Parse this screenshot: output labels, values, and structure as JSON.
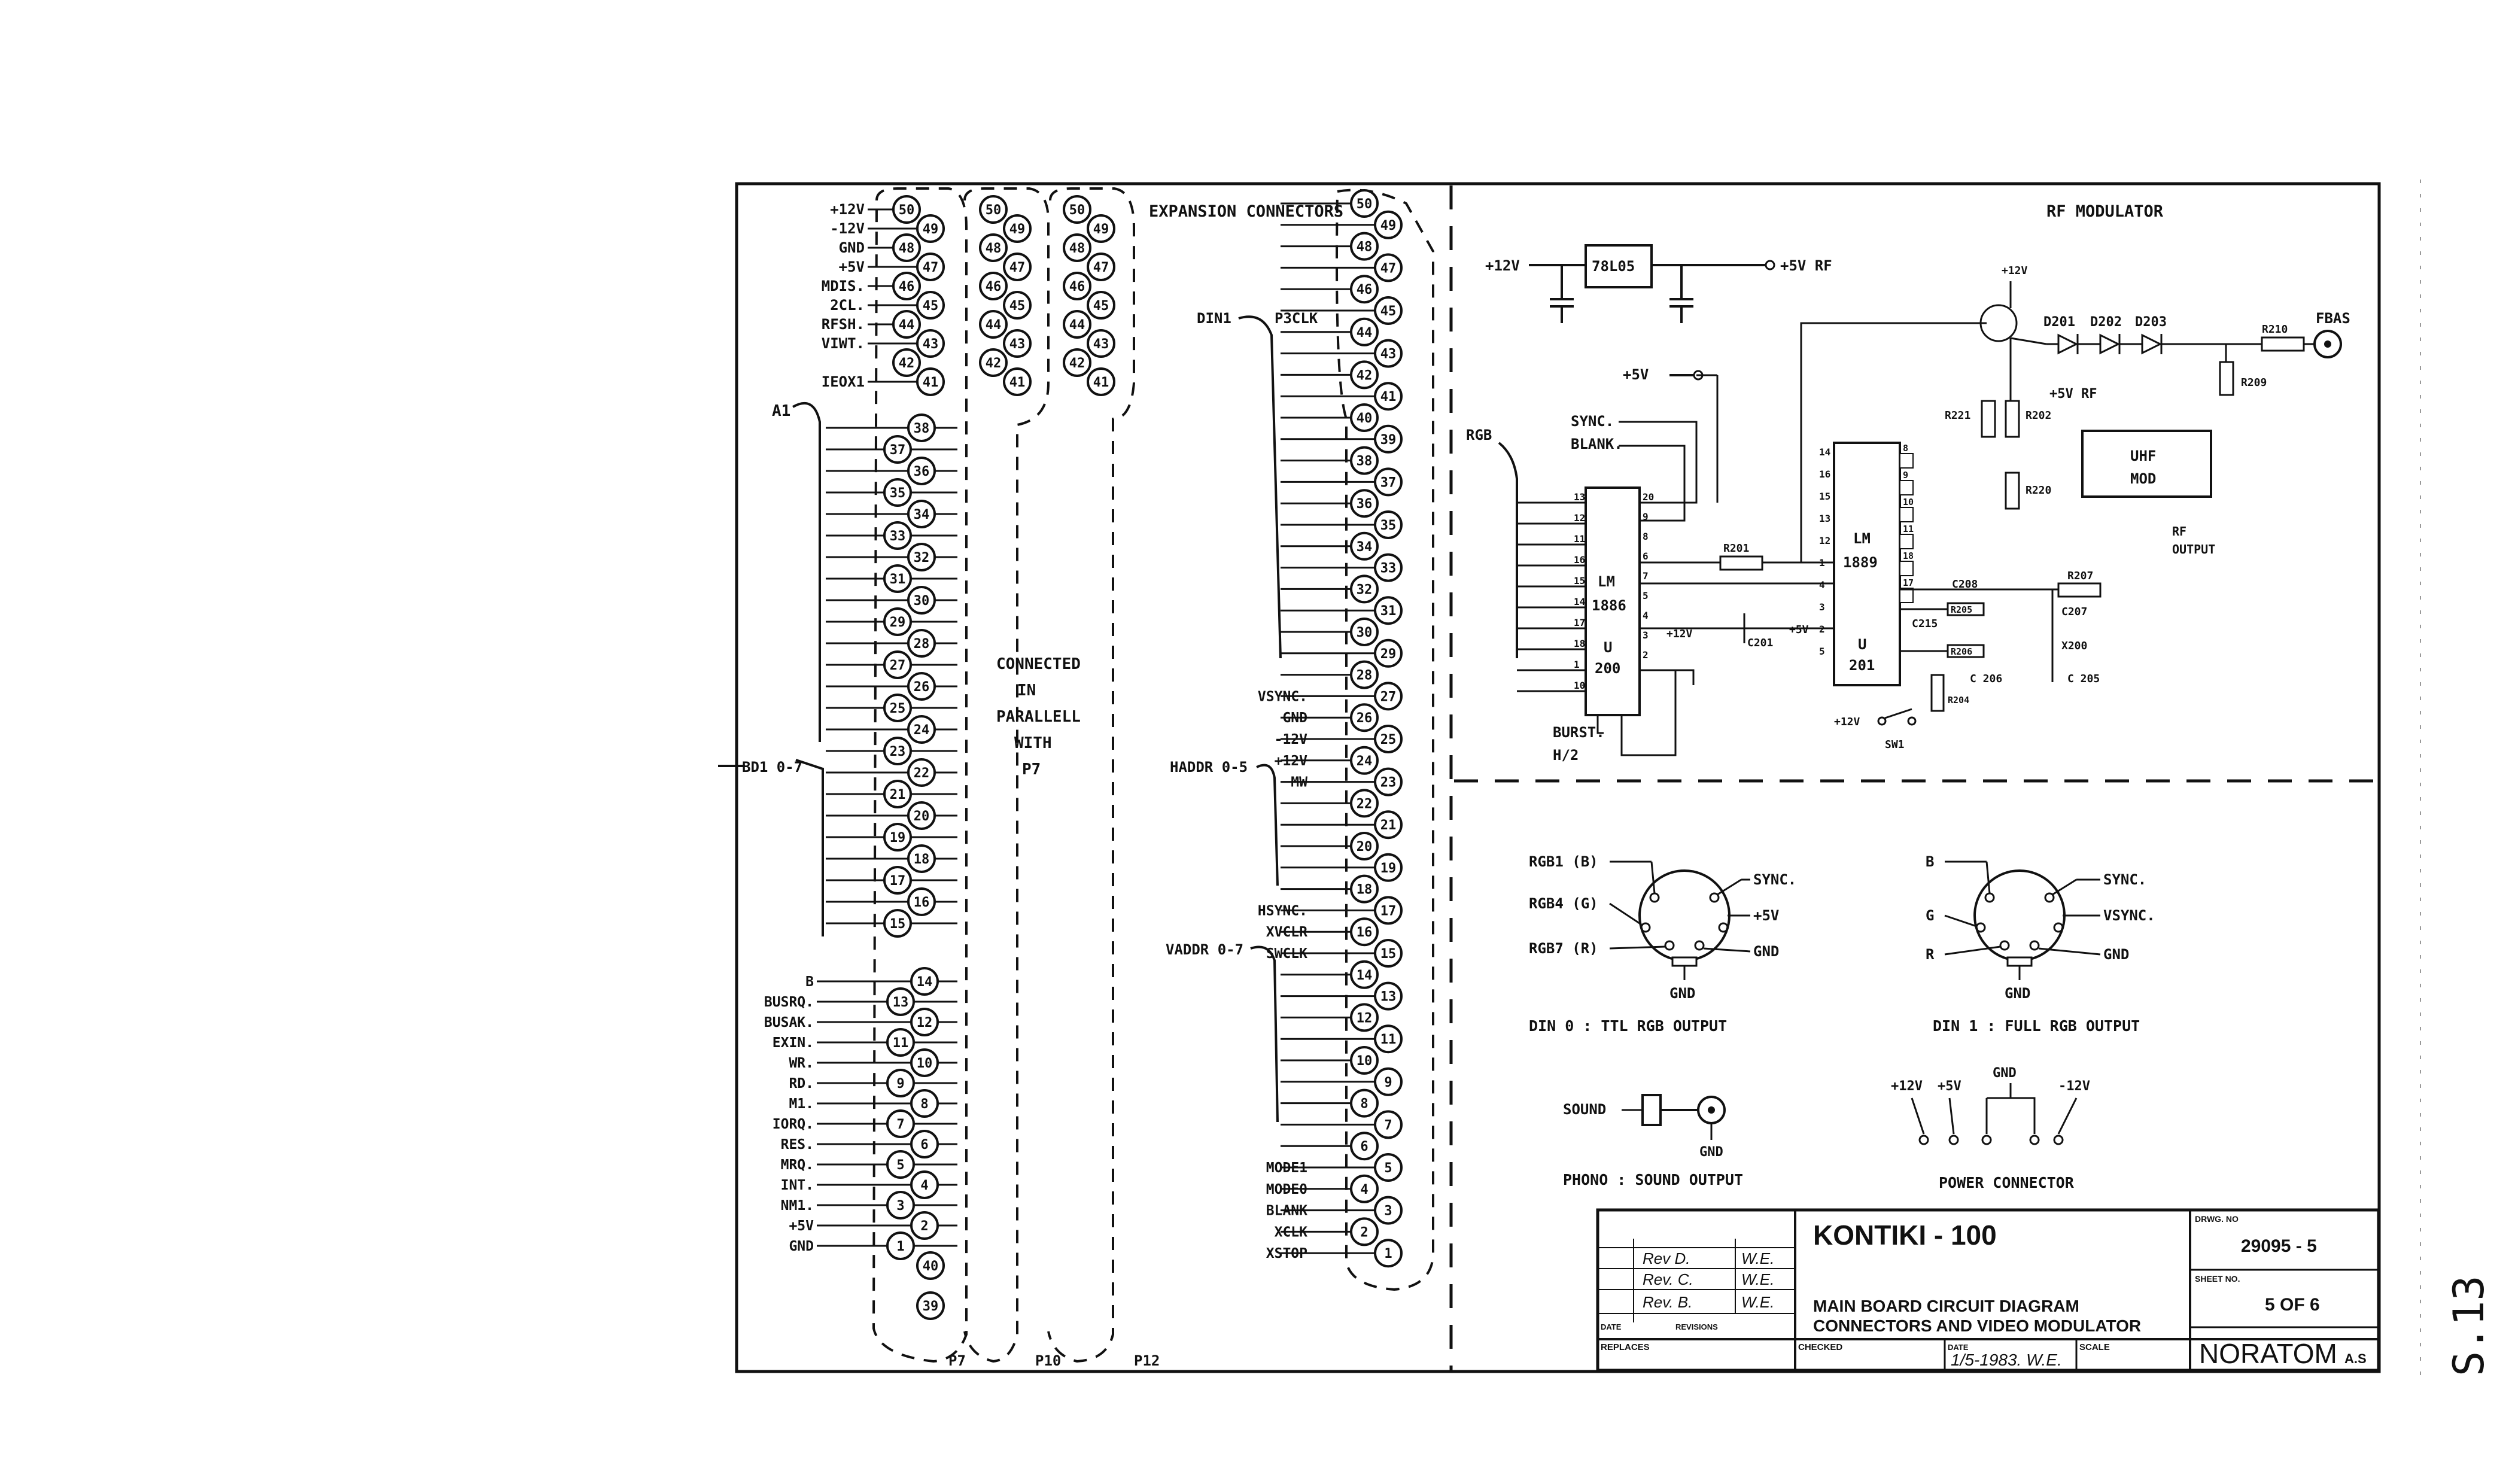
{
  "connectors": {
    "section_title": "EXPANSION CONNECTORS",
    "note": [
      "CONNECTED",
      "IN",
      "PARALLELL",
      "WITH",
      "P7"
    ],
    "p7_top": [
      {
        "label": "+12V",
        "pin": "50"
      },
      {
        "label": "-12V",
        "pin": "49"
      },
      {
        "label": "GND",
        "pin": "48"
      },
      {
        "label": "+5V",
        "pin": "47"
      },
      {
        "label": "MDIS.",
        "pin": "46"
      },
      {
        "label": "2CL.",
        "pin": "45"
      },
      {
        "label": "RFSH.",
        "pin": "44"
      },
      {
        "label": "VIWT.",
        "pin": "43"
      },
      {
        "label": "",
        "pin": "42"
      },
      {
        "label": "IEOX1",
        "pin": "41"
      }
    ],
    "p7_bottom": [
      {
        "label": "B",
        "pin": "14"
      },
      {
        "label": "BUSRQ.",
        "pin": "13"
      },
      {
        "label": "BUSAK.",
        "pin": "12"
      },
      {
        "label": "EXIN.",
        "pin": "11"
      },
      {
        "label": "WR.",
        "pin": "10"
      },
      {
        "label": "RD.",
        "pin": "9"
      },
      {
        "label": "M1.",
        "pin": "8"
      },
      {
        "label": "IORQ.",
        "pin": "7"
      },
      {
        "label": "RES.",
        "pin": "6"
      },
      {
        "label": "MRQ.",
        "pin": "5"
      },
      {
        "label": "INT.",
        "pin": "4"
      },
      {
        "label": "NM1.",
        "pin": "3"
      },
      {
        "label": "+5V",
        "pin": "2"
      },
      {
        "label": "GND",
        "pin": "1"
      }
    ],
    "bus_a": "A1",
    "bus_d": "BD1 0-7",
    "din1": "DIN1",
    "p3clk": "P3CLK",
    "p12_labels": [
      "VSYNC.",
      "GND",
      "-12V",
      "+12V",
      "MW",
      "HSYNC.",
      "XVCLR",
      "SWCLK",
      "MODE1",
      "MODE0",
      "BLANK",
      "XCLK",
      "XSTOP"
    ],
    "haddr": "HADDR 0-5",
    "vaddr": "VADDR 0-7",
    "connector_names": [
      "P7",
      "P10",
      "P12"
    ]
  },
  "rf": {
    "title": "RF MODULATOR",
    "ic_reg": "78L05",
    "v12": "+12V",
    "v5rf": "+5V RF",
    "v5": "+5V",
    "sync": "SYNC.",
    "blank": "BLANK.",
    "rgb": "RGB",
    "u200": [
      "LM",
      "1886",
      "U",
      "200"
    ],
    "u201": [
      "LM",
      "1889",
      "U",
      "201"
    ],
    "burst": "BURST.",
    "h2": "H/2",
    "diodes": [
      "D201",
      "D202",
      "D203"
    ],
    "resistors": [
      "R210",
      "R209",
      "R221",
      "R202",
      "R220",
      "R201",
      "R204",
      "R205",
      "R206",
      "R207"
    ],
    "caps": [
      "C201",
      "C208",
      "C207",
      "C215",
      "C 206",
      "C 205",
      "X200"
    ],
    "uhf": [
      "UHF",
      "MOD"
    ],
    "rf_out": [
      "RF",
      "OUTPUT"
    ],
    "fbas": "FBAS",
    "sw": "SW1",
    "v5rf2": "+5V RF",
    "v12b": "+12V"
  },
  "din0": {
    "pins": [
      "RGB1 (B)",
      "RGB4 (G)",
      "RGB7 (R)",
      "SYNC.",
      "+5V",
      "GND",
      "GND"
    ],
    "caption": "DIN 0 :  TTL RGB OUTPUT"
  },
  "din1c": {
    "pins": [
      "B",
      "G",
      "R",
      "SYNC.",
      "VSYNC.",
      "GND",
      "GND"
    ],
    "caption": "DIN 1 :  FULL RGB  OUTPUT"
  },
  "phono": {
    "sound": "SOUND",
    "gnd": "GND",
    "caption": "PHONO : SOUND OUTPUT"
  },
  "power": {
    "labels": [
      "+12V",
      "+5V",
      "GND",
      "-12V"
    ],
    "caption": "POWER CONNECTOR"
  },
  "title_block": {
    "title": "KONTIKI - 100",
    "desc1": "MAIN BOARD CIRCUIT DIAGRAM",
    "desc2": "CONNECTORS AND VIDEO MODULATOR",
    "dwg_label": "DRWG. NO",
    "dwg_no": "29095 - 5",
    "sheet_label": "SHEET NO.",
    "sheet_no": "5 OF 6",
    "company": "NORATOM",
    "company_suffix": "A.S",
    "revisions": [
      {
        "date": "",
        "rev": "Rev D.",
        "by": "W.E."
      },
      {
        "date": "",
        "rev": "Rev. C.",
        "by": "W.E."
      },
      {
        "date": "",
        "rev": "Rev. B.",
        "by": "W.E."
      }
    ],
    "rev_header": [
      "DATE",
      "REVISIONS"
    ],
    "replaces": "REPLACES",
    "checked": "CHECKED",
    "date_label": "DATE",
    "date_value": "1/5-1983. W.E.",
    "scale": "SCALE"
  },
  "margin_note": "S.13"
}
